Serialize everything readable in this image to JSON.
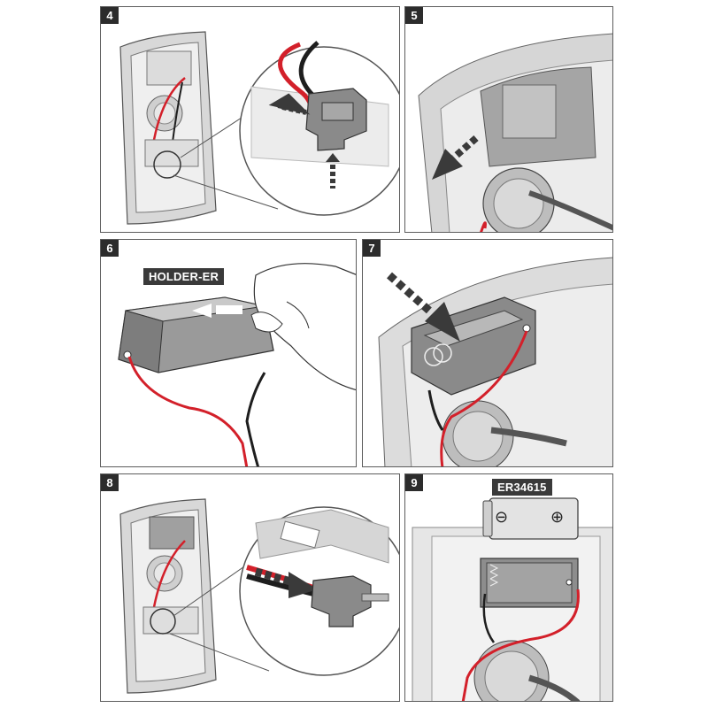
{
  "steps": [
    {
      "number": "4"
    },
    {
      "number": "5"
    },
    {
      "number": "6",
      "label": "HOLDER-ER"
    },
    {
      "number": "7"
    },
    {
      "number": "8"
    },
    {
      "number": "9",
      "label": "ER34615"
    }
  ],
  "colors": {
    "wire_red": "#d3202a",
    "wire_black": "#1e1e1e",
    "plastic": "#e4e4e4",
    "housing": "#cfcfcf",
    "battery_holder": "#8a8a8a",
    "arrow": "#3a3a3a"
  },
  "battery_symbols": {
    "minus": "⊖",
    "plus": "⊕"
  }
}
